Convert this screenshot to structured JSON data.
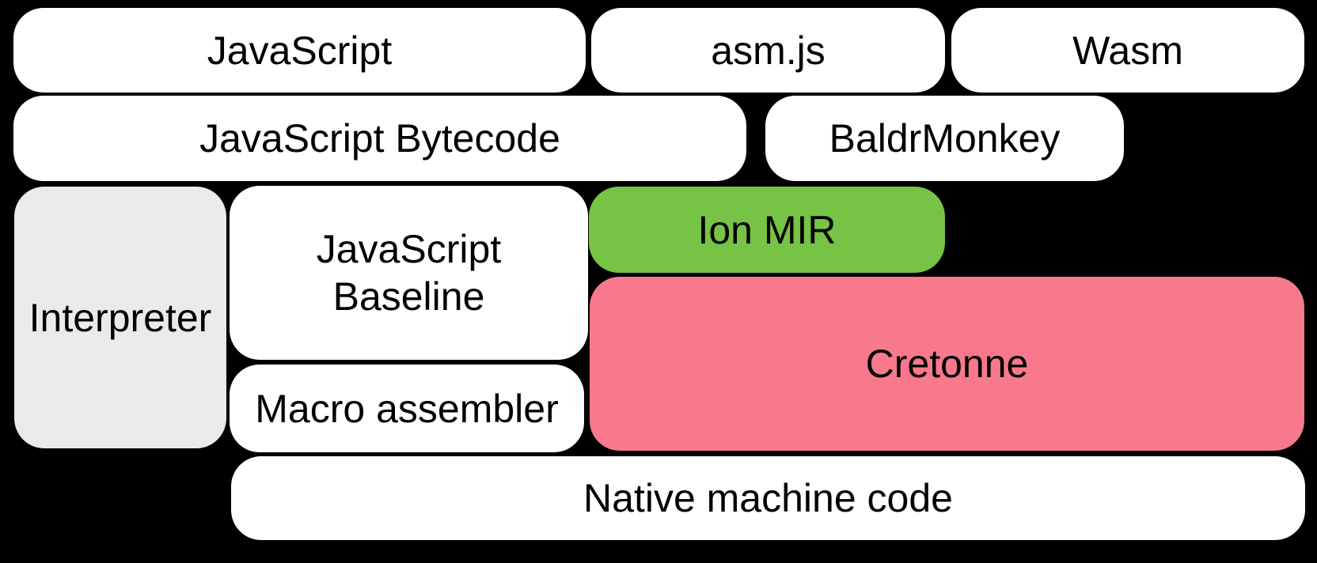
{
  "diagram": {
    "colors": {
      "background": "#000000",
      "text": "#000000",
      "box_default": "#ffffff",
      "box_interpreter": "#eaeaea",
      "box_ion_mir": "#76c346",
      "box_cretonne": "#f7798b"
    },
    "boxes": {
      "javascript": {
        "label": "JavaScript",
        "color": "#ffffff"
      },
      "asmjs": {
        "label": "asm.js",
        "color": "#ffffff"
      },
      "wasm": {
        "label": "Wasm",
        "color": "#ffffff"
      },
      "javascript_bytecode": {
        "label": "JavaScript Bytecode",
        "color": "#ffffff"
      },
      "baldrmonkey": {
        "label": "BaldrMonkey",
        "color": "#ffffff"
      },
      "interpreter": {
        "label": "Interpreter",
        "color": "#eaeaea"
      },
      "javascript_baseline": {
        "label": "JavaScript\nBaseline",
        "color": "#ffffff"
      },
      "ion_mir": {
        "label": "Ion MIR",
        "color": "#76c346"
      },
      "cretonne": {
        "label": "Cretonne",
        "color": "#f7798b"
      },
      "macro_assembler": {
        "label": "Macro assembler",
        "color": "#ffffff"
      },
      "native_machine_code": {
        "label": "Native machine code",
        "color": "#ffffff"
      }
    }
  }
}
